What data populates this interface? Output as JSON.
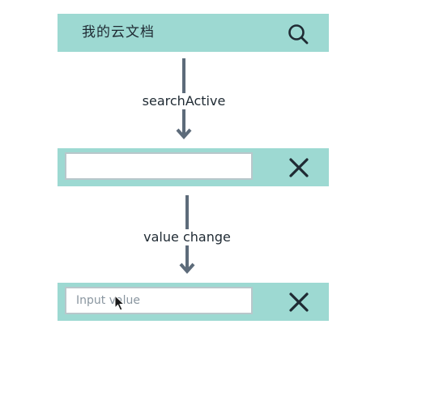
{
  "header": {
    "title": "我的云文档",
    "search_icon": "search-icon"
  },
  "transitions": [
    {
      "label": "searchActive"
    },
    {
      "label": "value change"
    }
  ],
  "active_bar": {
    "input_value": "",
    "close_icon": "close-icon"
  },
  "input_bar": {
    "placeholder": "Input value",
    "close_icon": "close-icon"
  },
  "colors": {
    "bar": "#9dd9d2",
    "arrow": "#5d6b7a",
    "icon": "#1f2a33"
  }
}
